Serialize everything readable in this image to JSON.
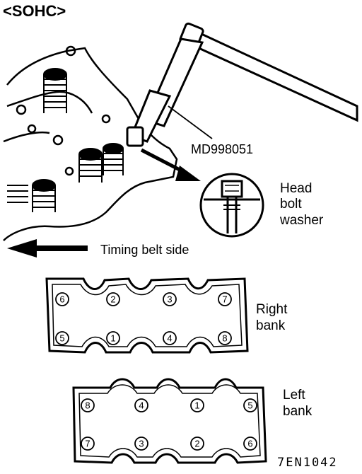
{
  "heading": "<SOHC>",
  "labels": {
    "tool": "MD998051",
    "callout_line1": "Head",
    "callout_line2": "bolt",
    "callout_line3": "washer",
    "direction": "Timing belt side",
    "right_bank_line1": "Right",
    "right_bank_line2": "bank",
    "left_bank_line1": "Left",
    "left_bank_line2": "bank",
    "figure_code": "7EN1042"
  },
  "right_bank": {
    "top_row": [
      "6",
      "2",
      "3",
      "7"
    ],
    "bottom_row": [
      "5",
      "1",
      "4",
      "8"
    ]
  },
  "left_bank": {
    "top_row": [
      "8",
      "4",
      "1",
      "5"
    ],
    "bottom_row": [
      "7",
      "3",
      "2",
      "6"
    ]
  }
}
